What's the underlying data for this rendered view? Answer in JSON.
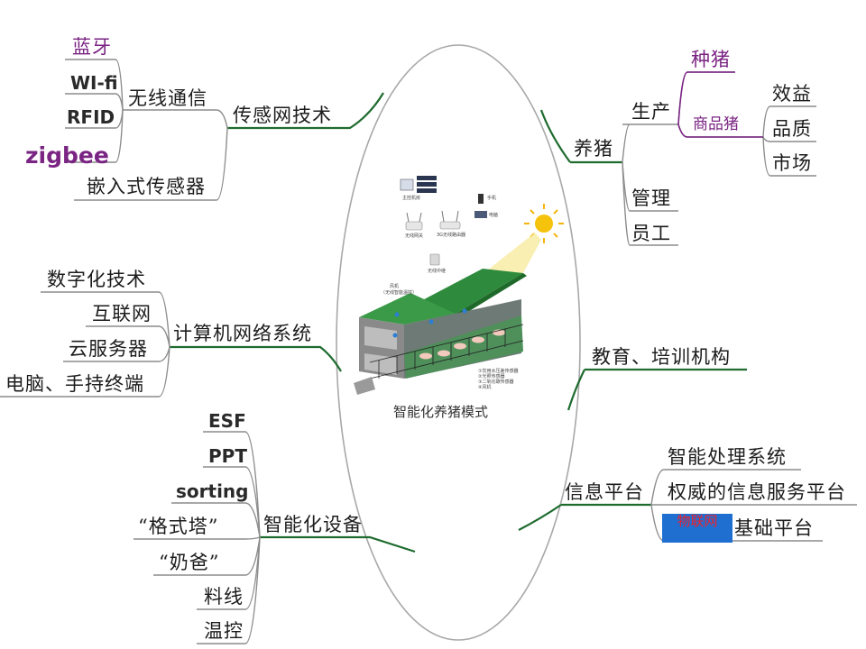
{
  "center": {
    "caption": "智能化养猪模式"
  },
  "left": {
    "sensor": {
      "label": "传感网技术",
      "wireless": {
        "label": "无线通信",
        "items": [
          "蓝牙",
          "WI-fi",
          "RFID",
          "zigbee"
        ]
      },
      "embedded": "嵌入式传感器"
    },
    "network": {
      "label": "计算机网络系统",
      "items": [
        "数字化技术",
        "互联网",
        "云服务器",
        "电脑、手持终端"
      ]
    },
    "devices": {
      "label": "智能化设备",
      "items": [
        "ESF",
        "PPT",
        "sorting",
        "“格式塔”",
        "“奶爸”",
        "料线",
        "温控"
      ]
    }
  },
  "right": {
    "pig": {
      "label": "养猪",
      "production": {
        "label": "生产",
        "breeding": "种猪",
        "commercial": {
          "label": "商品猪",
          "items": [
            "效益",
            "品质",
            "市场"
          ]
        }
      },
      "management": "管理",
      "staff": "员工"
    },
    "education": "教育、培训机构",
    "info": {
      "label": "信息平台",
      "items": [
        "智能处理系统",
        "权威的信息服务平台"
      ],
      "iot": {
        "badge": "物联网",
        "label": "基础平台"
      }
    }
  },
  "colors": {
    "branch_green": "#1e6b2e",
    "purple": "#7a2483",
    "badge_blue": "#1f6fd1",
    "badge_red": "#e8222e"
  },
  "illustration": {
    "labels": [
      "主控机房",
      "手机",
      "电脑",
      "无线网关",
      "3G无线路由器",
      "无线中继",
      "风机",
      "（无线智能温控）",
      "①饮用水压差传感器",
      "②光照传感器",
      "③二氧化碳传感器",
      "④风机"
    ]
  }
}
